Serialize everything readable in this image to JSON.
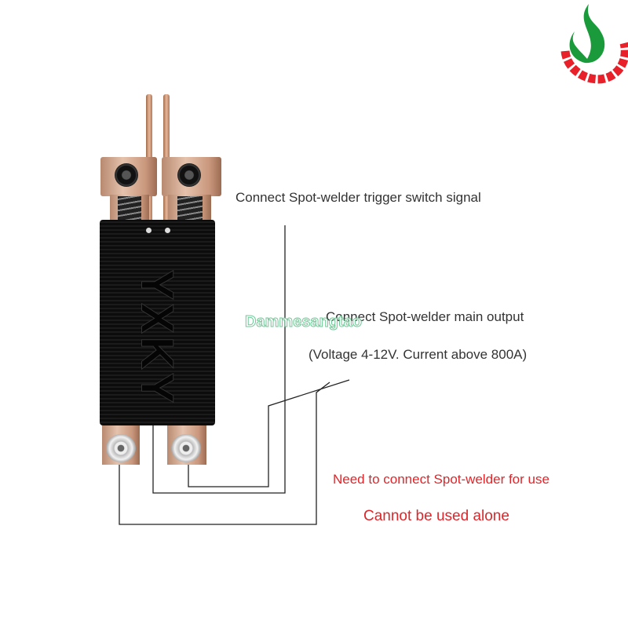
{
  "labels": {
    "trigger": "Connect Spot-welder trigger switch signal",
    "main_output": "Connect Spot-welder main output",
    "spec": "(Voltage 4-12V. Current above 800A)",
    "need_connect": "Need to connect Spot-welder for use",
    "cannot_alone": "Cannot be used alone"
  },
  "brand_on_device": "YXKY",
  "watermark": "Dammesangtao",
  "colors": {
    "warning": "#e0262a",
    "watermark": "#5cc58a",
    "logo_flame": "#1a9a3a",
    "logo_gear": "#e8202a"
  }
}
